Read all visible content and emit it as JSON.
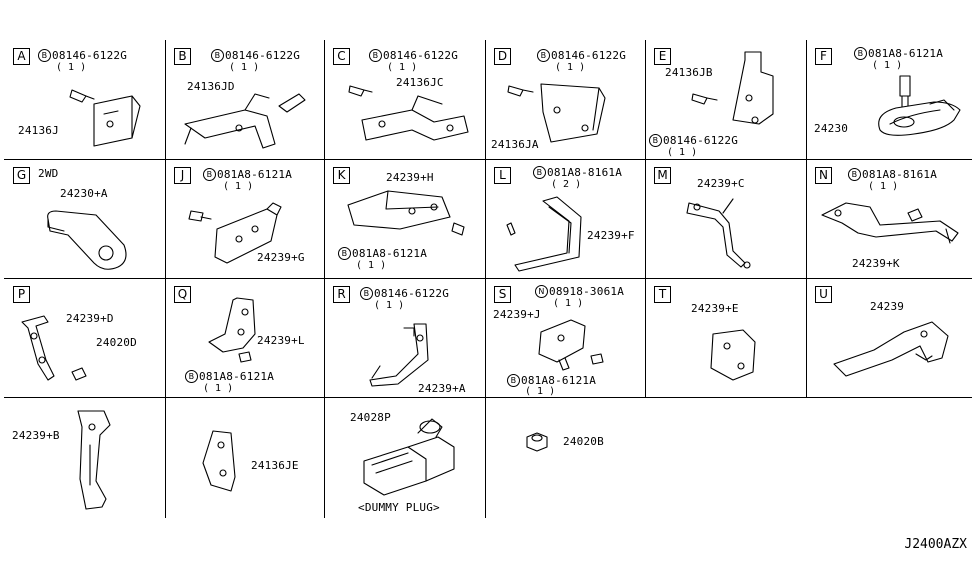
{
  "drawing_code": "J2400AZX",
  "cells": {
    "A": {
      "letter": "A",
      "bolt": {
        "prefix": "B",
        "part": "08146-6122G",
        "qty": "( 1 )"
      },
      "parts": [
        "24136J"
      ]
    },
    "B": {
      "letter": "B",
      "bolt": {
        "prefix": "B",
        "part": "08146-6122G",
        "qty": "( 1 )"
      },
      "parts": [
        "24136JD"
      ]
    },
    "C": {
      "letter": "C",
      "bolt": {
        "prefix": "B",
        "part": "08146-6122G",
        "qty": "( 1 )"
      },
      "parts": [
        "24136JC"
      ]
    },
    "D": {
      "letter": "D",
      "bolt": {
        "prefix": "B",
        "part": "08146-6122G",
        "qty": "( 1 )"
      },
      "parts": [
        "24136JA"
      ]
    },
    "E": {
      "letter": "E",
      "bolt": {
        "prefix": "B",
        "part": "08146-6122G",
        "qty": "( 1 )"
      },
      "parts": [
        "24136JB"
      ]
    },
    "F": {
      "letter": "F",
      "bolt": {
        "prefix": "B",
        "part": "081A8-6121A",
        "qty": "( 1 )"
      },
      "parts": [
        "24230"
      ]
    },
    "G": {
      "letter": "G",
      "note": "2WD",
      "parts": [
        "24230+A"
      ]
    },
    "J": {
      "letter": "J",
      "bolt": {
        "prefix": "B",
        "part": "081A8-6121A",
        "qty": "( 1 )"
      },
      "parts": [
        "24239+G"
      ]
    },
    "K": {
      "letter": "K",
      "bolt": {
        "prefix": "B",
        "part": "081A8-6121A",
        "qty": "( 1 )"
      },
      "parts": [
        "24239+H"
      ]
    },
    "L": {
      "letter": "L",
      "bolt": {
        "prefix": "B",
        "part": "081A8-8161A",
        "qty": "( 2 )"
      },
      "parts": [
        "24239+F"
      ]
    },
    "M": {
      "letter": "M",
      "parts": [
        "24239+C"
      ]
    },
    "N": {
      "letter": "N",
      "bolt": {
        "prefix": "B",
        "part": "081A8-8161A",
        "qty": "( 1 )"
      },
      "parts": [
        "24239+K"
      ]
    },
    "P": {
      "letter": "P",
      "parts": [
        "24239+D",
        "24020D"
      ]
    },
    "Q": {
      "letter": "Q",
      "bolt": {
        "prefix": "B",
        "part": "081A8-6121A",
        "qty": "( 1 )"
      },
      "parts": [
        "24239+L"
      ]
    },
    "R": {
      "letter": "R",
      "bolt": {
        "prefix": "B",
        "part": "08146-6122G",
        "qty": "( 1 )"
      },
      "parts": [
        "24239+A"
      ]
    },
    "S": {
      "letter": "S",
      "nut": {
        "prefix": "N",
        "part": "08918-3061A",
        "qty": "( 1 )"
      },
      "bolt": {
        "prefix": "B",
        "part": "081A8-6121A",
        "qty": "( 1 )"
      },
      "parts": [
        "24239+J"
      ]
    },
    "T": {
      "letter": "T",
      "parts": [
        "24239+E"
      ]
    },
    "U": {
      "letter": "U",
      "parts": [
        "24239"
      ]
    },
    "V": {
      "parts": [
        "24239+B"
      ]
    },
    "W": {
      "parts": [
        "24136JE"
      ]
    },
    "X": {
      "parts": [
        "24028P"
      ],
      "caption": "<DUMMY PLUG>"
    },
    "Y": {
      "parts": [
        "24020B"
      ]
    }
  }
}
